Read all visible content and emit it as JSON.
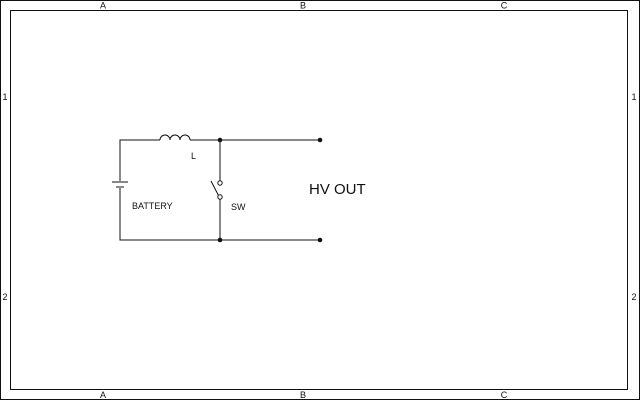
{
  "sheet": {
    "zones": {
      "columns": [
        "A",
        "B",
        "C"
      ],
      "rows": [
        "1",
        "2"
      ]
    }
  },
  "components": {
    "battery_label": "BATTERY",
    "inductor_label": "L",
    "switch_label": "SW",
    "output_label": "HV OUT"
  }
}
